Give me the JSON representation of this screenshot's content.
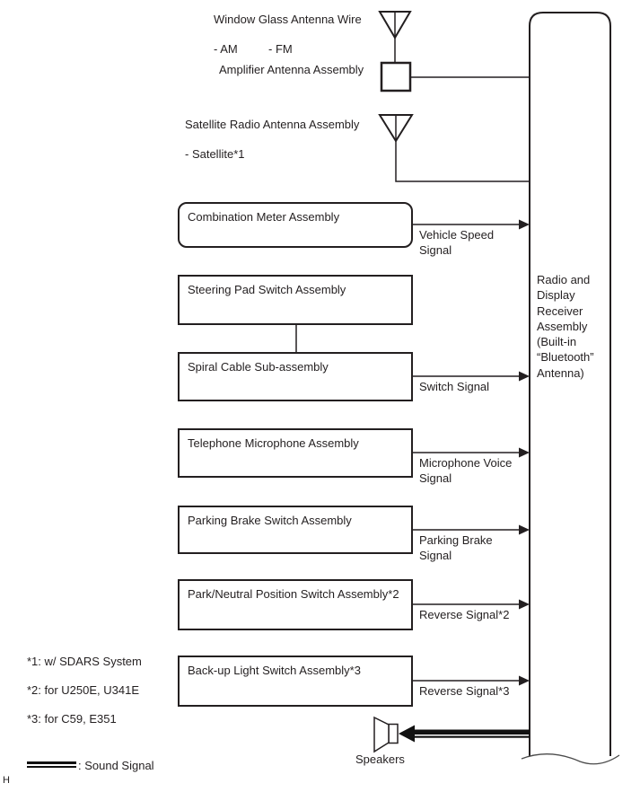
{
  "colors": {
    "ink": "#231f20",
    "bg": "#ffffff"
  },
  "top": {
    "window_glass_title": "Window Glass Antenna Wire",
    "am": "- AM",
    "fm": "- FM",
    "amplifier": "Amplifier Antenna Assembly",
    "satellite_title": "Satellite Radio Antenna Assembly",
    "satellite_band": "- Satellite*1"
  },
  "receiver": {
    "label": "Radio and\nDisplay\nReceiver\nAssembly\n(Built-in\n“Bluetooth”\nAntenna)"
  },
  "components": [
    {
      "label": "Combination Meter Assembly",
      "signal": "Vehicle Speed\nSignal"
    },
    {
      "label": "Steering Pad Switch Assembly",
      "signal": ""
    },
    {
      "label": "Spiral Cable Sub-assembly",
      "signal": "Switch Signal"
    },
    {
      "label": "Telephone Microphone Assembly",
      "signal": "Microphone Voice\nSignal"
    },
    {
      "label": "Parking Brake Switch Assembly",
      "signal": "Parking Brake\nSignal"
    },
    {
      "label": "Park/Neutral Position Switch Assembly*2",
      "signal": "Reverse Signal*2"
    },
    {
      "label": "Back-up Light Switch Assembly*3",
      "signal": "Reverse Signal*3"
    }
  ],
  "speakers_label": "Speakers",
  "footnotes": [
    "*1: w/ SDARS System",
    "*2: for U250E, U341E",
    "*3: for C59, E351"
  ],
  "legend_label": ": Sound Signal",
  "page_mark": "H"
}
